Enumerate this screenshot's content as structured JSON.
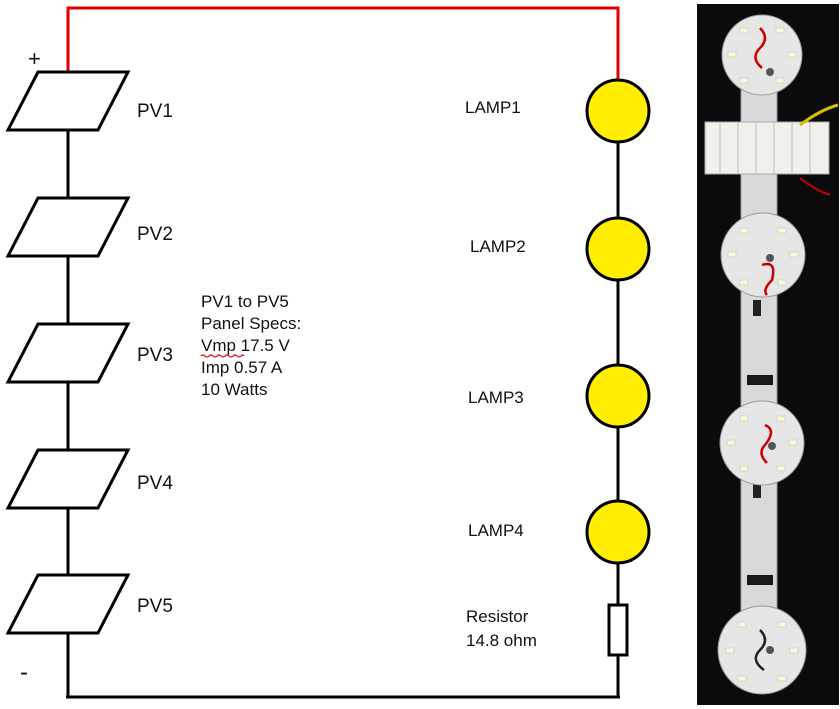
{
  "circuit": {
    "polarity_plus": "+",
    "polarity_minus": "-",
    "pv_labels": [
      "PV1",
      "PV2",
      "PV3",
      "PV4",
      "PV5"
    ],
    "lamp_labels": [
      "LAMP1",
      "LAMP2",
      "LAMP3",
      "LAMP4"
    ],
    "resistor": {
      "line1": "Resistor",
      "line2": "14.8 ohm"
    },
    "specs": [
      "PV1 to PV5",
      "Panel Specs:",
      "Vmp 17.5 V",
      "Imp 0.57 A",
      "10 Watts"
    ]
  },
  "colors": {
    "positive_wire": "#e00000",
    "wire": "#000000",
    "lamp_fill": "#ffee00",
    "photo_background": "#0b0b0d",
    "strip": "#d9d9d9",
    "led_board": "#e6e6e6"
  },
  "icons": {
    "pv_panel": "parallelogram-panel-icon",
    "lamp": "yellow-circle-lamp-icon",
    "resistor": "rectangle-resistor-icon",
    "photo": "led-lamp-strip-photo"
  }
}
